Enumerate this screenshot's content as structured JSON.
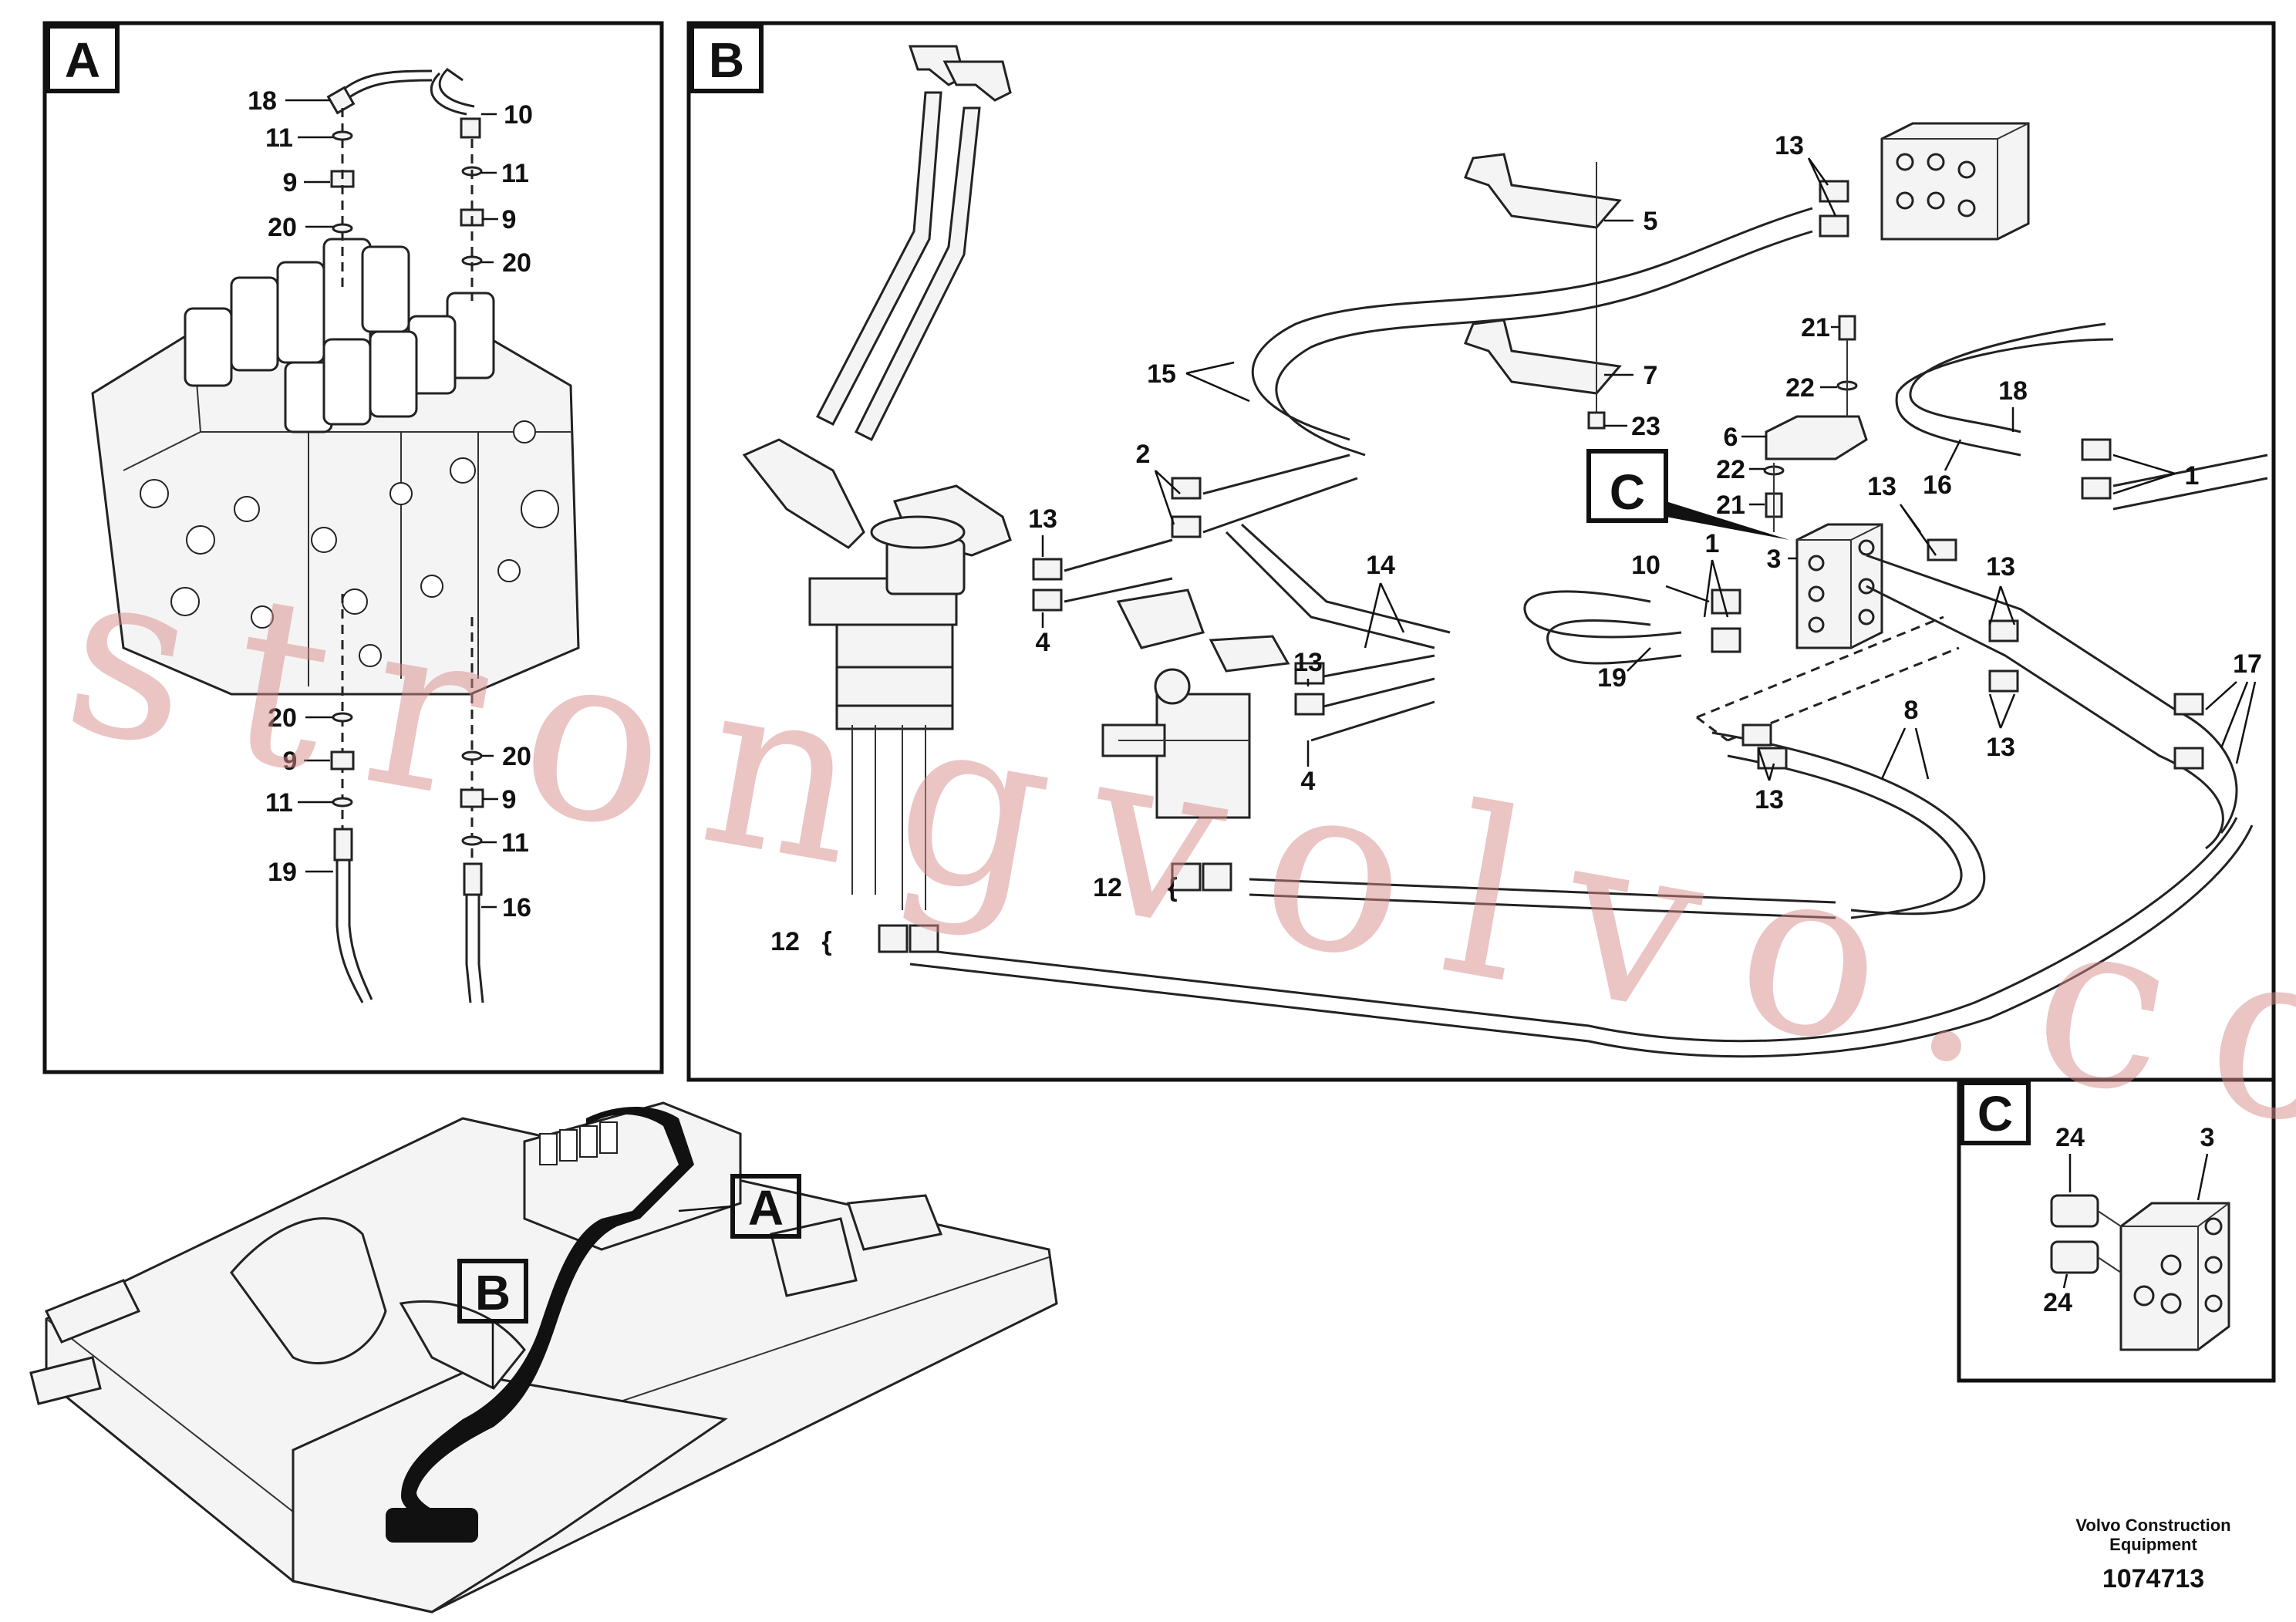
{
  "panels": {
    "a": {
      "label": "A"
    },
    "b": {
      "label": "B"
    },
    "c": {
      "label": "C"
    }
  },
  "callouts_a": [
    "18",
    "11",
    "9",
    "20",
    "10",
    "11",
    "9",
    "20",
    "20",
    "9",
    "11",
    "19",
    "20",
    "9",
    "11",
    "16"
  ],
  "callouts_b": [
    "13",
    "5",
    "7",
    "23",
    "21",
    "22",
    "6",
    "22",
    "21",
    "15",
    "2",
    "13",
    "4",
    "14",
    "13",
    "4",
    "12",
    "12",
    "18",
    "16",
    "13",
    "1",
    "10",
    "19",
    "3",
    "13",
    "13",
    "17",
    "8",
    "13",
    "1"
  ],
  "callouts_c": [
    "24",
    "3",
    "24"
  ],
  "overview_refs": [
    "A",
    "B"
  ],
  "c_ref": "C",
  "footer": {
    "brand_line1": "Volvo Construction",
    "brand_line2": "Equipment",
    "part_number": "1074713"
  },
  "watermark": "strongvolvo.com"
}
